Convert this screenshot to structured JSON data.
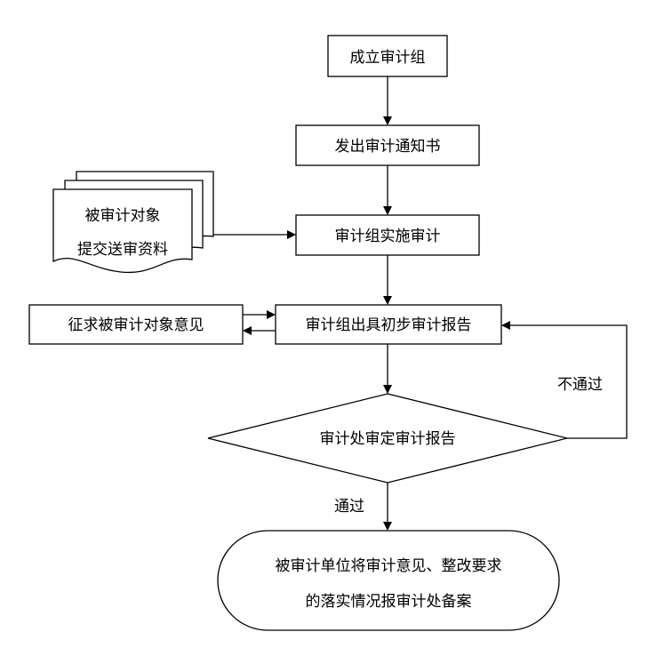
{
  "nodes": {
    "establish_group": "成立审计组",
    "issue_notice": "发出审计通知书",
    "submit_docs_line1": "被审计对象",
    "submit_docs_line2": "提交送审资料",
    "implement_audit": "审计组实施审计",
    "prelim_report": "审计组出具初步审计报告",
    "solicit_opinion": "征求被审计对象意见",
    "review_report": "审计处审定审计报告",
    "archive_line1": "被审计单位将审计意见、整改要求",
    "archive_line2": "的落实情况报审计处备案"
  },
  "edges": {
    "pass": "通过",
    "fail": "不通过"
  }
}
